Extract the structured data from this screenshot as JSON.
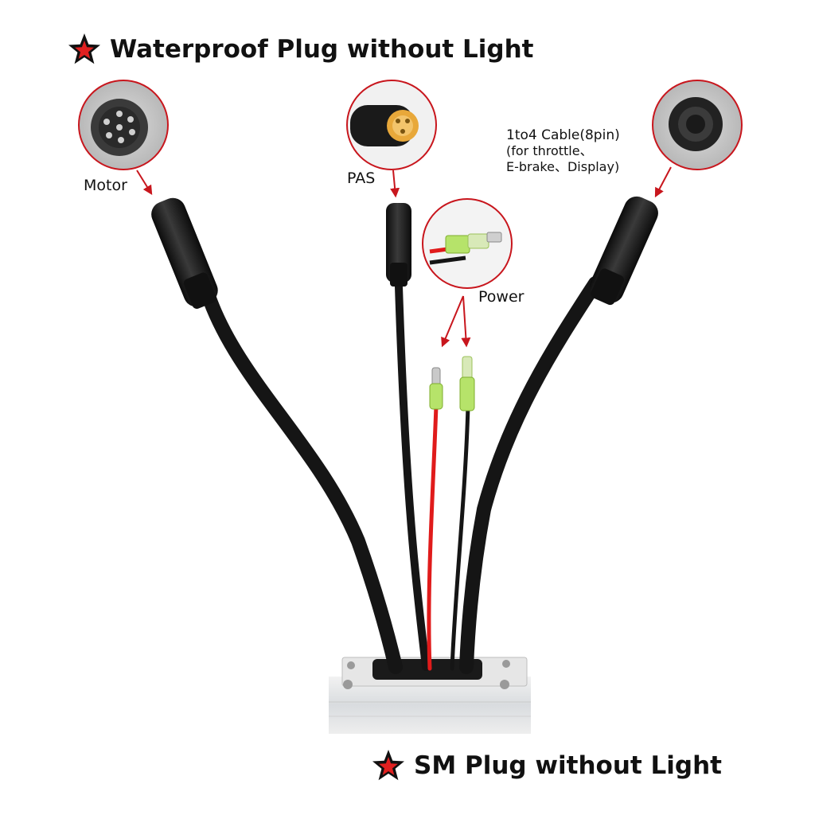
{
  "headline_top": "Waterproof Plug without Light",
  "headline_bottom": "SM Plug without Light",
  "labels": {
    "motor": "Motor",
    "pas": "PAS",
    "power": "Power",
    "cable_line1": "1to4 Cable(8pin)",
    "cable_line2": "(for throttle、",
    "cable_line3": "E-brake、Display)"
  },
  "icons": {
    "bullet": "red-star-in-black-star-icon"
  },
  "colors": {
    "callout_ring": "#c8161d",
    "arrow": "#c8161d",
    "star_outer": "#111111",
    "star_inner": "#e02020",
    "red_wire": "#e01b1b",
    "cable": "#151515"
  }
}
